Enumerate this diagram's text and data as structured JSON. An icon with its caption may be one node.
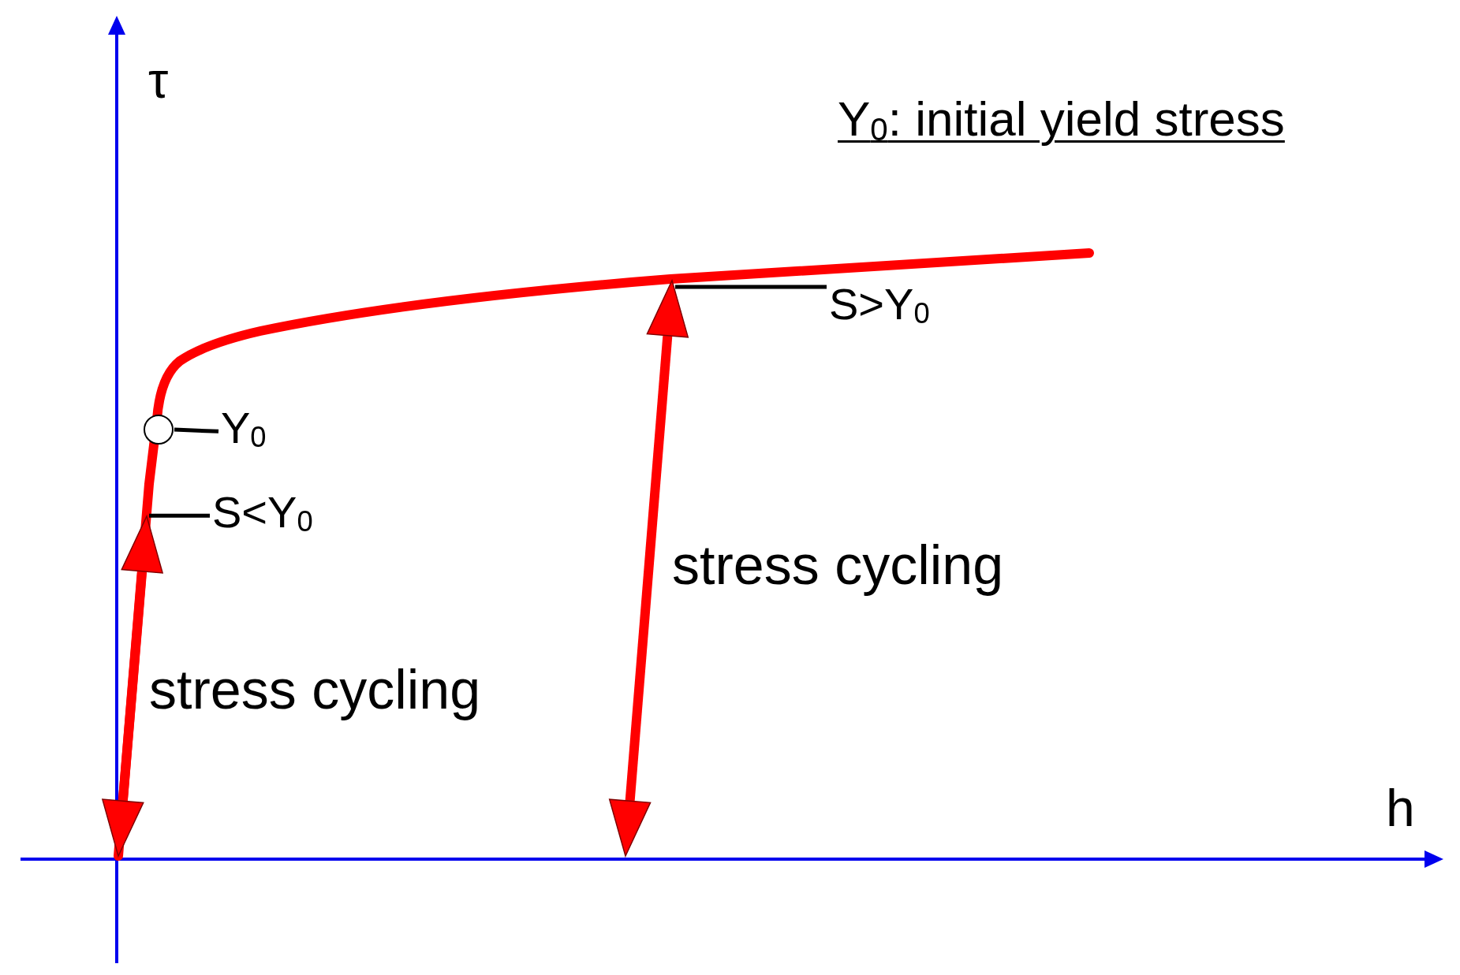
{
  "diagram": {
    "nodes": [
      {
        "text": [
          "Y$_{0}$"
        ]
      },
      {
        "text": [],
        "shape": "circle"
      },
      {
        "text": [
          "S<Y$_{0}$"
        ]
      },
      {
        "text": [
          "S>Y$_{0}$"
        ]
      }
    ],
    "edges": [
      {
        "from": 0,
        "to": 1,
        "arrow": "none"
      },
      {
        "from": 2,
        "to": null,
        "arrow": "none"
      },
      {
        "from": 3,
        "to": null,
        "arrow": "none"
      }
    ],
    "labels": [
      "τ",
      "Y$_{0}$: initial yield stress",
      "stress cycling",
      "stress cycling",
      "h"
    ]
  }
}
